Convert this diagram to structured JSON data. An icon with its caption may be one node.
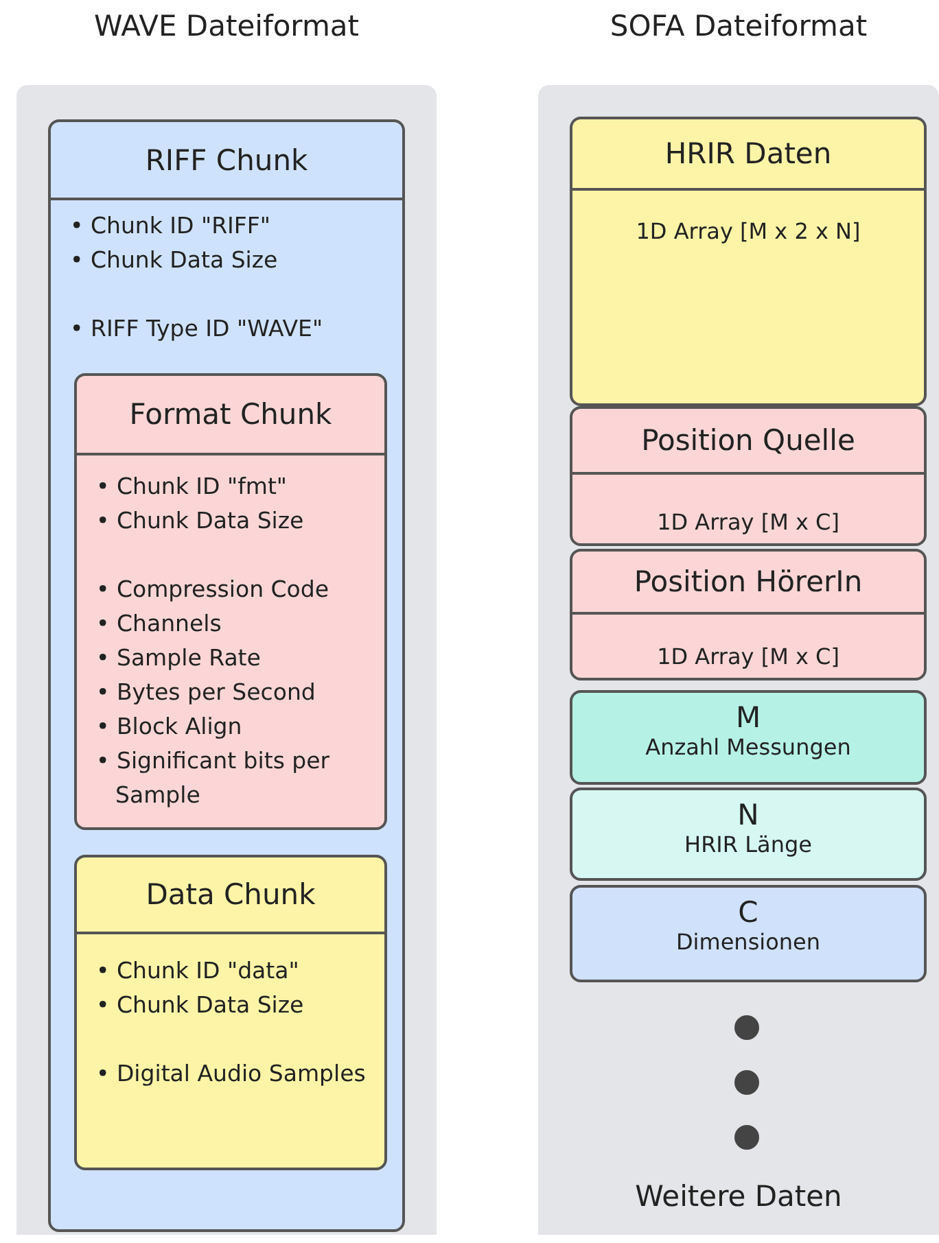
{
  "diagram": {
    "nodes": [
      {
        "text": [
          "WAVE Dateiformat"
        ]
      },
      {
        "text": [
          "RIFF Chunk",
          "• Chunk ID \"RIFF\"",
          "• Chunk Data Size",
          "• RIFF Type ID \"WAVE\""
        ],
        "in": 0
      },
      {
        "text": [
          "Format Chunk",
          "• Chunk ID \"fmt\"",
          "• Chunk Data Size",
          "• Compression Code",
          "• Channels",
          "• Sample Rate",
          "• Bytes per Second",
          "• Block Align",
          "• Significant bits per Sample"
        ],
        "in": 1
      },
      {
        "text": [
          "Data Chunk",
          "• Chunk ID \"data\"",
          "• Chunk Data Size",
          "• Digital Audio Samples"
        ],
        "in": 1
      },
      {
        "text": [
          "SOFA Dateiformat",
          "Weitere Daten"
        ]
      },
      {
        "text": [
          "HRIR Daten",
          "1D Array [M x 2 x N]"
        ],
        "in": 4
      },
      {
        "text": [
          "Position Quelle",
          "1D Array [M x C]"
        ],
        "in": 4
      },
      {
        "text": [
          "Position HörerIn",
          "1D Array [M x C]"
        ],
        "in": 4
      },
      {
        "text": [
          "M",
          "Anzahl Messungen"
        ],
        "in": 4
      },
      {
        "text": [
          "N",
          "HRIR Länge"
        ],
        "in": 4
      },
      {
        "text": [
          "C",
          "Dimensionen"
        ],
        "in": 4
      }
    ],
    "edges": []
  }
}
